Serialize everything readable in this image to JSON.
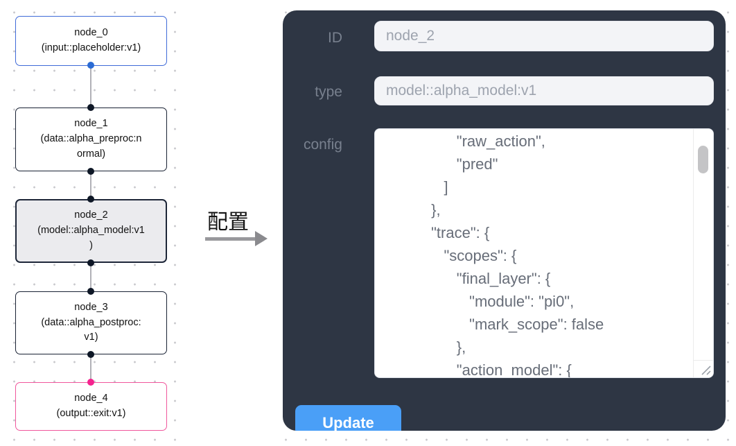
{
  "flow": {
    "nodes": [
      {
        "name": "node_0",
        "role": "input",
        "label": [
          "node_0",
          "(input::placeholder:v1)"
        ]
      },
      {
        "name": "node_1",
        "role": "processor",
        "label": [
          "node_1",
          "(data::alpha_preproc:n",
          "ormal)"
        ]
      },
      {
        "name": "node_2",
        "role": "model",
        "label": [
          "node_2",
          "(model::alpha_model:v1",
          ")"
        ],
        "selected": true
      },
      {
        "name": "node_3",
        "role": "processor",
        "label": [
          "node_3",
          "(data::alpha_postproc:",
          "v1)"
        ]
      },
      {
        "name": "node_4",
        "role": "output",
        "label": [
          "node_4",
          "(output::exit:v1)"
        ]
      }
    ]
  },
  "transfer": {
    "label": "配置"
  },
  "panel": {
    "fields": {
      "id": {
        "label": "ID",
        "value": "node_2"
      },
      "type": {
        "label": "type",
        "value": "model::alpha_model:v1"
      },
      "config": {
        "label": "config",
        "lines": [
          "                \"raw_action\",",
          "                \"pred\"",
          "             ]",
          "          },",
          "          \"trace\": {",
          "             \"scopes\": {",
          "                \"final_layer\": {",
          "                   \"module\": \"pi0\",",
          "                   \"mark_scope\": false",
          "                },",
          "                \"action_model\": {"
        ]
      }
    },
    "update_button": "Update"
  },
  "colors": {
    "panel_bg": "#2e3644",
    "update_blue": "#4a9ff7",
    "input_node_border": "#3f6ad8",
    "default_node_border": "#182133",
    "selected_node_bg": "#ebebee",
    "output_node_border": "#f0569c",
    "edge_gray": "#b1b1b7",
    "handle_dark": "#0e1726",
    "handle_blue": "#2b6bd4",
    "handle_pink": "#f5238f"
  }
}
